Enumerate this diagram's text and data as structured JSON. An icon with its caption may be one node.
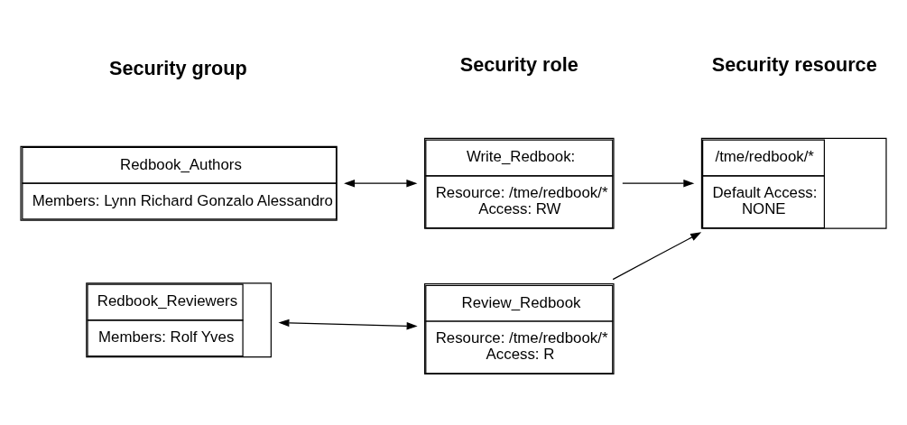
{
  "diagram": {
    "nodes": [
      {
        "text": [
          "Redbook_Authors",
          "Members: Lynn Richard Gonzalo Alessandro"
        ]
      },
      {
        "text": [
          "Write_Redbook:",
          "Resource: /tme/redbook/*",
          "Access: RW"
        ]
      },
      {
        "text": [
          "/tme/redbook/*",
          "Default Access:",
          "NONE"
        ]
      },
      {
        "text": [
          "Redbook_Reviewers",
          "Members: Rolf Yves"
        ]
      },
      {
        "text": [
          "Review_Redbook",
          "Resource: /tme/redbook/*",
          "Access: R"
        ]
      }
    ],
    "edges": [
      {
        "from": 0,
        "to": 1,
        "arrow": "both"
      },
      {
        "from": 1,
        "to": 2,
        "arrow": "to"
      },
      {
        "from": 3,
        "to": 4,
        "arrow": "both"
      },
      {
        "from": 4,
        "to": 2,
        "arrow": "to"
      }
    ],
    "labels": [
      "Security group",
      "Security role",
      "Security resource"
    ]
  }
}
